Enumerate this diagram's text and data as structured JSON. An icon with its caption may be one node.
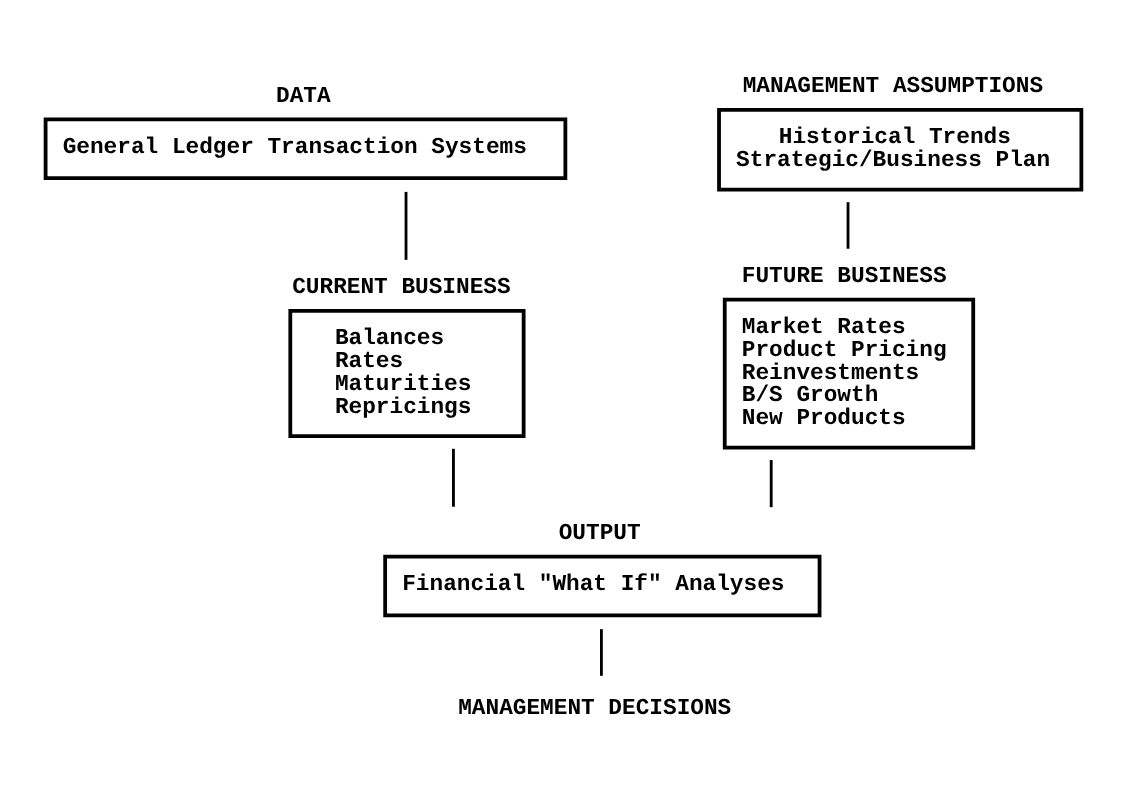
{
  "diagram": {
    "nodes": [
      {
        "text": [
          "DATA",
          "General Ledger Transaction Systems"
        ]
      },
      {
        "text": [
          "CURRENT BUSINESS",
          "Balances",
          "Rates",
          "Maturities",
          "Repricings"
        ]
      },
      {
        "text": [
          "MANAGEMENT ASSUMPTIONS",
          "Historical Trends",
          "Strategic/Business Plan"
        ]
      },
      {
        "text": [
          "FUTURE BUSINESS",
          "Market Rates",
          "Product Pricing",
          "Reinvestments",
          "B/S Growth",
          "New Products"
        ]
      },
      {
        "text": [
          "OUTPUT",
          "Financial \"What If\" Analyses"
        ]
      },
      {
        "text": [
          "MANAGEMENT DECISIONS"
        ]
      }
    ],
    "edges": [
      {
        "from": 0,
        "to": 1,
        "arrow": "none"
      },
      {
        "from": 2,
        "to": 3,
        "arrow": "none"
      },
      {
        "from": 1,
        "to": 4,
        "arrow": "none"
      },
      {
        "from": 3,
        "to": 4,
        "arrow": "none"
      },
      {
        "from": 4,
        "to": 5,
        "arrow": "none"
      }
    ]
  }
}
